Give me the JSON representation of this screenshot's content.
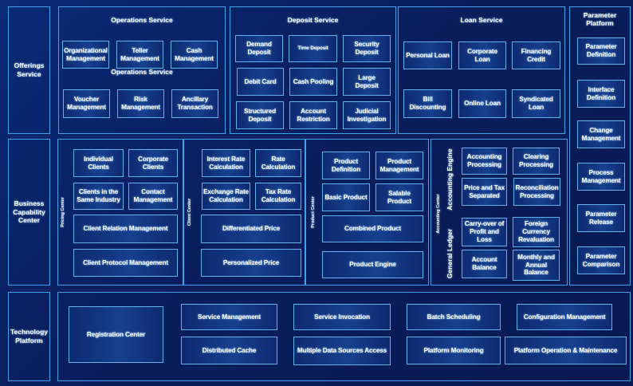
{
  "colors": {
    "background": "#0a1f5e",
    "border": "#3fa3ec"
  },
  "rows": {
    "offerings": "Offerings\nService",
    "business": "Business\nCapability\nCenter",
    "technology": "Technology\nPlatform"
  },
  "operations": {
    "title": "Operations Service",
    "overlay": "Operations Service",
    "items": [
      "Organizational\nManagement",
      "Teller\nManagement",
      "Cash\nManagement",
      "Voucher\nManagement",
      "Risk\nManagement",
      "Ancillary\nTransaction"
    ]
  },
  "deposit": {
    "title": "Deposit Service",
    "items": [
      "Demand\nDeposit",
      "Time Deposit",
      "Security\nDeposit",
      "Debit Card",
      "Cash Pooling",
      "Large\nDeposit",
      "Structured\nDeposit",
      "Account\nRestriction",
      "Judicial\nInvestigation"
    ]
  },
  "loan": {
    "title": "Loan Service",
    "items": [
      "Personal Loan",
      "Corporate\nLoan",
      "Financing\nCredit",
      "Bill Discounting",
      "Online Loan",
      "Syndicated\nLoan"
    ]
  },
  "parameter": {
    "title": "Parameter\nPlatform",
    "items": [
      "Parameter\nDefinition",
      "Interface\nDefinition",
      "Change\nManagement",
      "Process\nManagement",
      "Parameter\nRelease",
      "Parameter\nComparison"
    ]
  },
  "pricing": {
    "label": "Pricing Center",
    "items": [
      "Individual Clients",
      "Corporate\nClients",
      "Clients in the\nSame Industry",
      "Contact\nManagement",
      "Client Relation Management",
      "Client Protocol Management"
    ]
  },
  "client": {
    "label": "Client Center",
    "items": [
      "Interest Rate\nCalculation",
      "Rate\nCalculation",
      "Exchange Rate\nCalculation",
      "Tax Rate\nCalculation",
      "Differentiated Price",
      "Personalized Price"
    ]
  },
  "product": {
    "label": "Product Center",
    "items": [
      "Product\nDefinition",
      "Product\nManagement",
      "Basic Product",
      "Salable Product",
      "Combined Product",
      "Product Engine"
    ]
  },
  "accounting": {
    "label": "Accounting Center",
    "engine": "Accounting Engine",
    "ledger": "General  Ledger",
    "items": [
      "Accounting\nProcessing",
      "Clearing\nProcessing",
      "Price and Tax\nSeparated",
      "Reconciliation\nProcessing",
      "Carry-over of\nProfit and Loss",
      "Foreign\nCurrency\nRevaluation",
      "Account\nBalance",
      "Monthly and\nAnnual\nBalance"
    ]
  },
  "tech": {
    "items": [
      "Registration Center",
      "Service Management",
      "Distributed Cache",
      "Service Invocation",
      "Multiple Data Sources Access",
      "Batch Scheduling",
      "Platform Monitoring",
      "Configuration Management",
      "Platform Operation & Maintenance"
    ]
  }
}
